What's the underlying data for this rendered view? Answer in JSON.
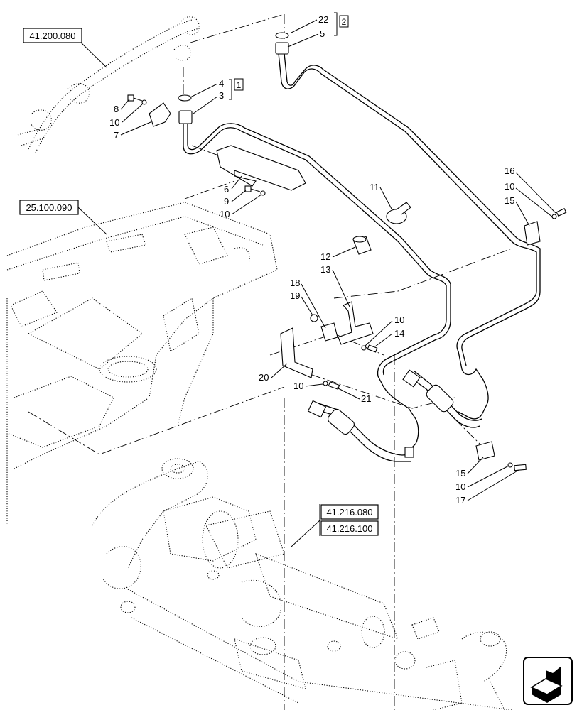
{
  "references": {
    "tr": "41.200.080",
    "ml": "25.100.090",
    "axle_a": "41.216.080",
    "axle_b": "41.216.100"
  },
  "groups": {
    "g1": "1",
    "g2": "2"
  },
  "callouts": {
    "c22": "22",
    "c5": "5",
    "c4": "4",
    "c3": "3",
    "c8": "8",
    "c10a": "10",
    "c7": "7",
    "c6": "6",
    "c9": "9",
    "c10b": "10",
    "c11": "11",
    "c12": "12",
    "c13": "13",
    "c18": "18",
    "c19": "19",
    "c10c": "10",
    "c14": "14",
    "c20": "20",
    "c10d": "10",
    "c21": "21",
    "c16": "16",
    "c10e": "10",
    "c15a": "15",
    "c15b": "15",
    "c10f": "10",
    "c17": "17"
  },
  "nav_icon": "next-page-arrow-icon"
}
